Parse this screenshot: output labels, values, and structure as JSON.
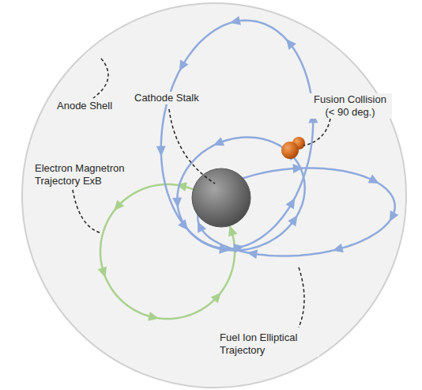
{
  "diagram": {
    "labels": [
      "Anode Shell",
      "Cathode Stalk",
      "Fusion Collision (< 90 deg.)",
      "Electron Magnetron Trajectory ExB",
      "Fuel Ion Elliptical Trajectory"
    ]
  }
}
